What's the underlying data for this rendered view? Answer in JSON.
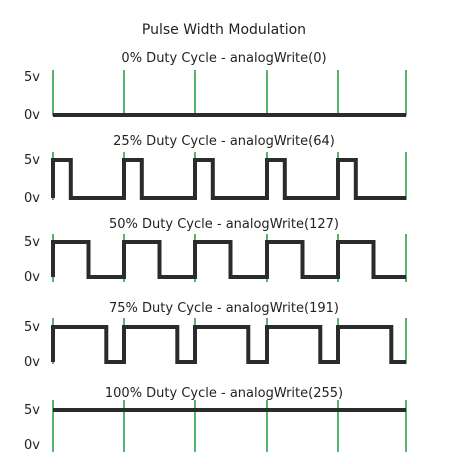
{
  "diagram": {
    "title": "Pulse Width Modulation",
    "colors": {
      "wave": "#2b2b2b",
      "period_marker": "#1f9b3a",
      "background": "#ffffff"
    },
    "periods": 5,
    "panels": [
      {
        "label": "0% Duty Cycle - analogWrite(0)",
        "duty": 0,
        "high_label": "5v",
        "low_label": "0v"
      },
      {
        "label": "25% Duty Cycle - analogWrite(64)",
        "duty": 0.25,
        "high_label": "5v",
        "low_label": "0v"
      },
      {
        "label": "50% Duty Cycle - analogWrite(127)",
        "duty": 0.5,
        "high_label": "5v",
        "low_label": "0v"
      },
      {
        "label": "75% Duty Cycle - analogWrite(191)",
        "duty": 0.75,
        "high_label": "5v",
        "low_label": "0v"
      },
      {
        "label": "100% Duty Cycle - analogWrite(255)",
        "duty": 1,
        "high_label": "5v",
        "low_label": "0v"
      }
    ]
  }
}
